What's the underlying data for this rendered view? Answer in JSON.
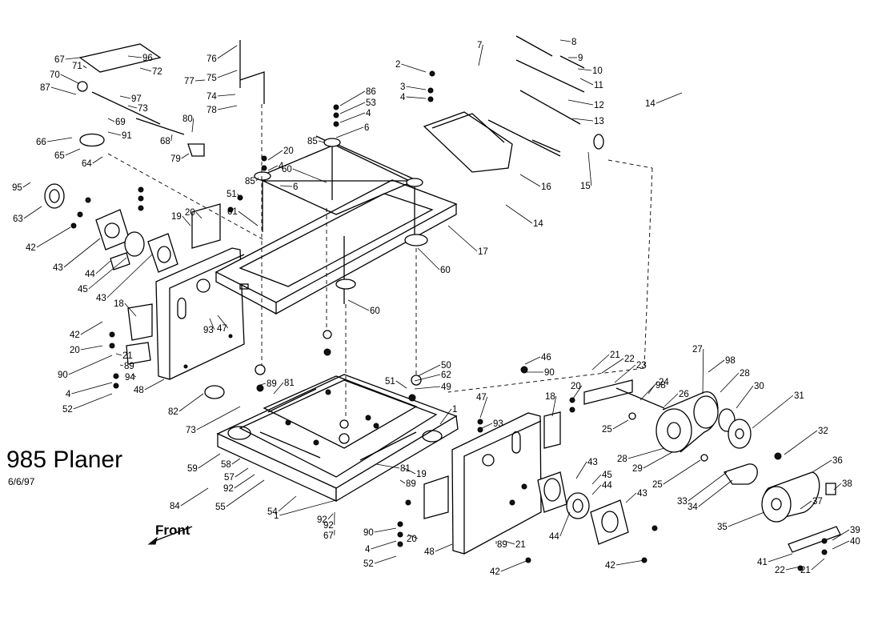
{
  "document": {
    "title": "985 Planer",
    "date": "6/6/97",
    "front_label": "Front"
  },
  "callouts": [
    "1",
    "2",
    "3",
    "4",
    "6",
    "7",
    "8",
    "9",
    "10",
    "11",
    "12",
    "13",
    "14",
    "15",
    "16",
    "17",
    "18",
    "19",
    "20",
    "21",
    "22",
    "23",
    "24",
    "25",
    "26",
    "27",
    "28",
    "29",
    "30",
    "31",
    "32",
    "33",
    "34",
    "35",
    "36",
    "37",
    "38",
    "39",
    "40",
    "41",
    "42",
    "43",
    "44",
    "45",
    "46",
    "47",
    "48",
    "49",
    "50",
    "51",
    "52",
    "53",
    "54",
    "55",
    "57",
    "58",
    "59",
    "60",
    "61",
    "62",
    "63",
    "64",
    "65",
    "66",
    "67",
    "68",
    "69",
    "70",
    "71",
    "72",
    "73",
    "74",
    "75",
    "76",
    "77",
    "78",
    "79",
    "80",
    "81",
    "82",
    "84",
    "85",
    "86",
    "87",
    "89",
    "90",
    "91",
    "92",
    "93",
    "94",
    "95",
    "96",
    "97",
    "98"
  ]
}
